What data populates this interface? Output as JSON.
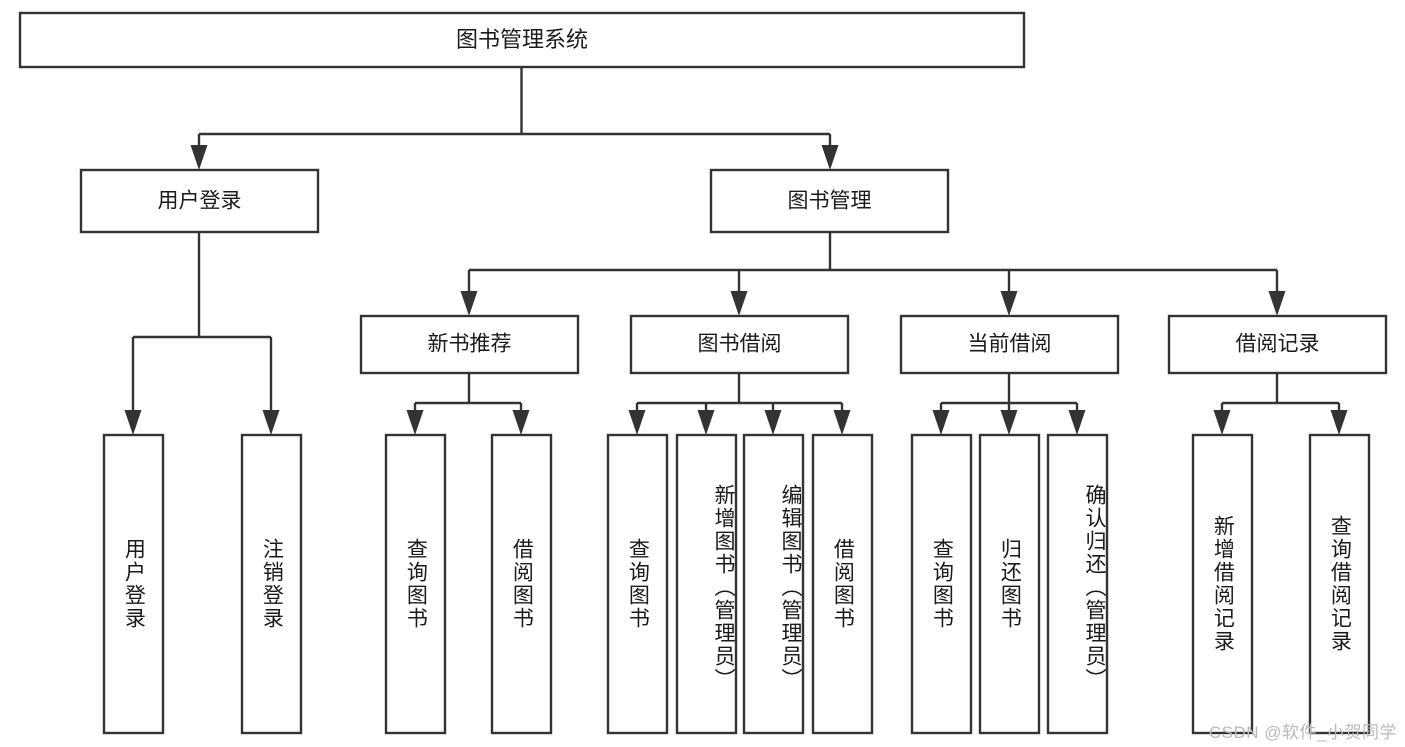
{
  "diagram": {
    "type": "tree",
    "title": "图书管理系统",
    "watermark": "CSDN @软件_小贺同学",
    "colors": {
      "stroke": "#333333",
      "fill": "#ffffff",
      "text": "#1a1a1a",
      "watermark": "#b9b9b9"
    },
    "levels": {
      "root": {
        "label": "图书管理系统"
      },
      "level2": [
        {
          "id": "user-login",
          "label": "用户登录"
        },
        {
          "id": "book-manage",
          "label": "图书管理"
        }
      ],
      "level3": [
        {
          "id": "new-book-recommend",
          "label": "新书推荐"
        },
        {
          "id": "book-borrow",
          "label": "图书借阅"
        },
        {
          "id": "current-borrow",
          "label": "当前借阅"
        },
        {
          "id": "borrow-record",
          "label": "借阅记录"
        }
      ],
      "leaves": [
        {
          "id": "leaf-user-login",
          "label": "用户登录",
          "parent": "user-login"
        },
        {
          "id": "leaf-logout",
          "label": "注销登录",
          "parent": "user-login"
        },
        {
          "id": "leaf-query-book-1",
          "label": "查询图书",
          "parent": "new-book-recommend"
        },
        {
          "id": "leaf-borrow-book-1",
          "label": "借阅图书",
          "parent": "new-book-recommend"
        },
        {
          "id": "leaf-query-book-2",
          "label": "查询图书",
          "parent": "book-borrow"
        },
        {
          "id": "leaf-add-book",
          "label": "新增图书（管理员）",
          "parent": "book-borrow"
        },
        {
          "id": "leaf-edit-book",
          "label": "编辑图书（管理员）",
          "parent": "book-borrow"
        },
        {
          "id": "leaf-borrow-book-2",
          "label": "借阅图书",
          "parent": "book-borrow"
        },
        {
          "id": "leaf-query-book-3",
          "label": "查询图书",
          "parent": "current-borrow"
        },
        {
          "id": "leaf-return-book",
          "label": "归还图书",
          "parent": "current-borrow"
        },
        {
          "id": "leaf-confirm-return",
          "label": "确认归还（管理员）",
          "parent": "current-borrow"
        },
        {
          "id": "leaf-add-record",
          "label": "新增借阅记录",
          "parent": "borrow-record"
        },
        {
          "id": "leaf-query-record",
          "label": "查询借阅记录",
          "parent": "borrow-record"
        }
      ]
    }
  }
}
